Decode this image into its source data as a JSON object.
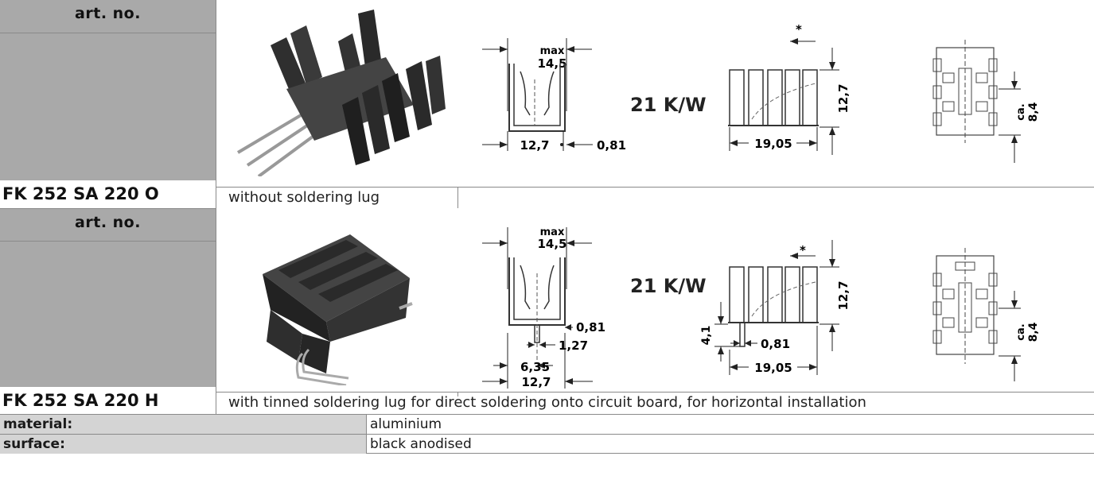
{
  "products": [
    {
      "art_label": "art. no.",
      "art_number": "FK 252 SA 220 O",
      "thermal_resistance": "21 K/W",
      "description": "without soldering lug",
      "dimensions": {
        "max_label": "max",
        "max_width": "14,5",
        "width": "12,7",
        "thickness": "0,81",
        "height": "12,7",
        "length": "19,05",
        "ca_label": "ca.",
        "pitch": "8,4",
        "star": "*"
      }
    },
    {
      "art_label": "art. no.",
      "art_number": "FK 252 SA 220 H",
      "thermal_resistance": "21 K/W",
      "description": "with tinned soldering lug for direct soldering onto circuit board, for horizontal installation",
      "dimensions": {
        "max_label": "max",
        "max_width": "14,5",
        "width": "12,7",
        "thickness": "0,81",
        "lug_width": "1,27",
        "lug_offset": "6,35",
        "height": "12,7",
        "lug_height": "4,1",
        "lug_thickness": "0,81",
        "length": "19,05",
        "ca_label": "ca.",
        "pitch": "8,4",
        "star": "*"
      }
    }
  ],
  "properties": [
    {
      "label": "material:",
      "value": "aluminium"
    },
    {
      "label": "surface:",
      "value": "black anodised"
    }
  ]
}
